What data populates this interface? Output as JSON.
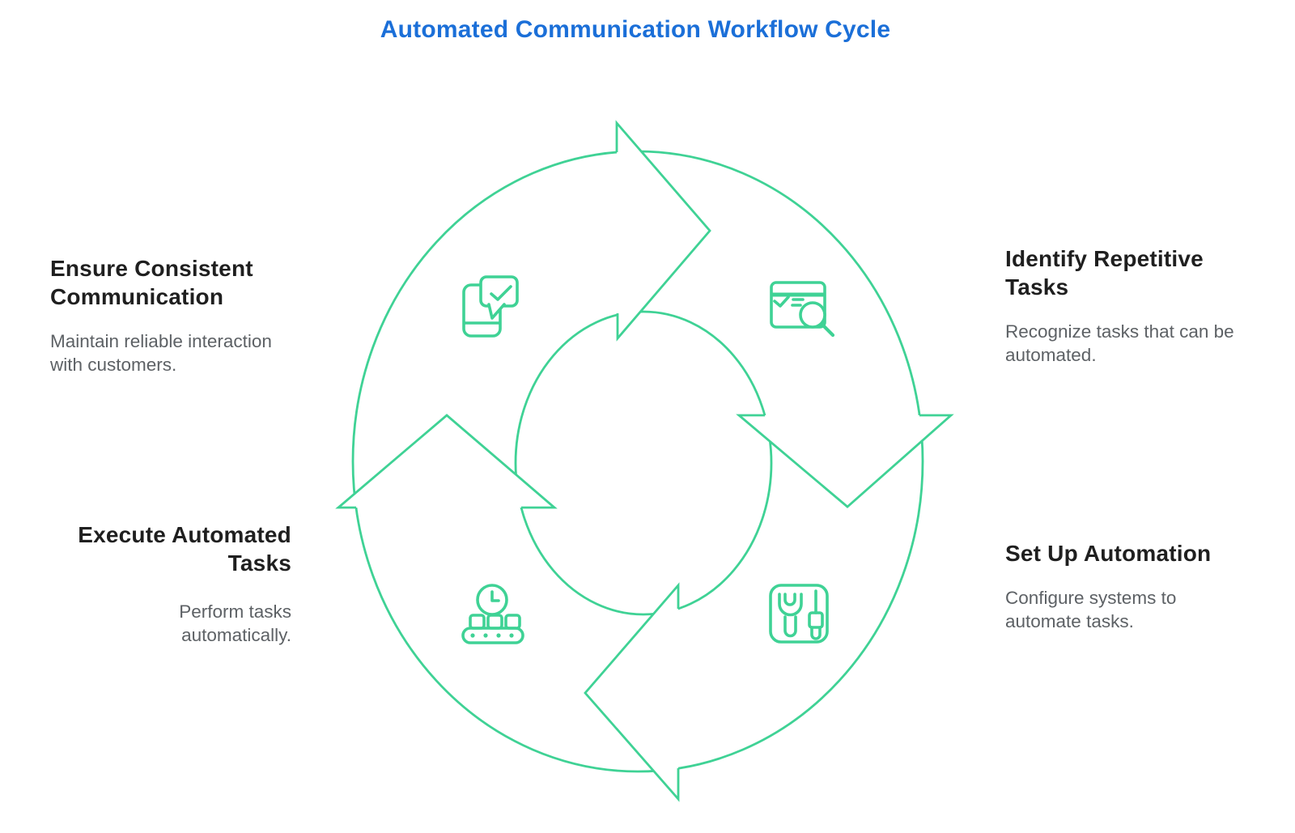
{
  "title": "Automated Communication Workflow Cycle",
  "colors": {
    "green": "#3fd295",
    "title_blue": "#1b6fd8",
    "heading_text": "#1f1f1f",
    "body_text": "#5d6165",
    "background": "#ffffff"
  },
  "diagram": {
    "type": "cycle",
    "direction": "clockwise",
    "arrow_count": 4,
    "icons": [
      {
        "name": "message-phone-icon",
        "position": "top-left",
        "meaning": "consistent communication"
      },
      {
        "name": "task-search-icon",
        "position": "top-right",
        "meaning": "identify repetitive tasks"
      },
      {
        "name": "tools-icon",
        "position": "bottom-right",
        "meaning": "set up automation"
      },
      {
        "name": "conveyor-clock-icon",
        "position": "bottom-left",
        "meaning": "execute automated tasks"
      }
    ]
  },
  "steps": [
    {
      "id": "ensure-consistent-communication",
      "position": "top-left",
      "title": "Ensure Consistent\nCommunication",
      "description": "Maintain reliable interaction\nwith customers."
    },
    {
      "id": "identify-repetitive-tasks",
      "position": "top-right",
      "title": "Identify Repetitive\nTasks",
      "description": "Recognize tasks that can be\nautomated."
    },
    {
      "id": "execute-automated-tasks",
      "position": "bottom-left",
      "title": "Execute Automated\nTasks",
      "description": "Perform tasks\nautomatically."
    },
    {
      "id": "set-up-automation",
      "position": "bottom-right",
      "title": "Set Up Automation",
      "description": "Configure systems to\nautomate tasks."
    }
  ]
}
